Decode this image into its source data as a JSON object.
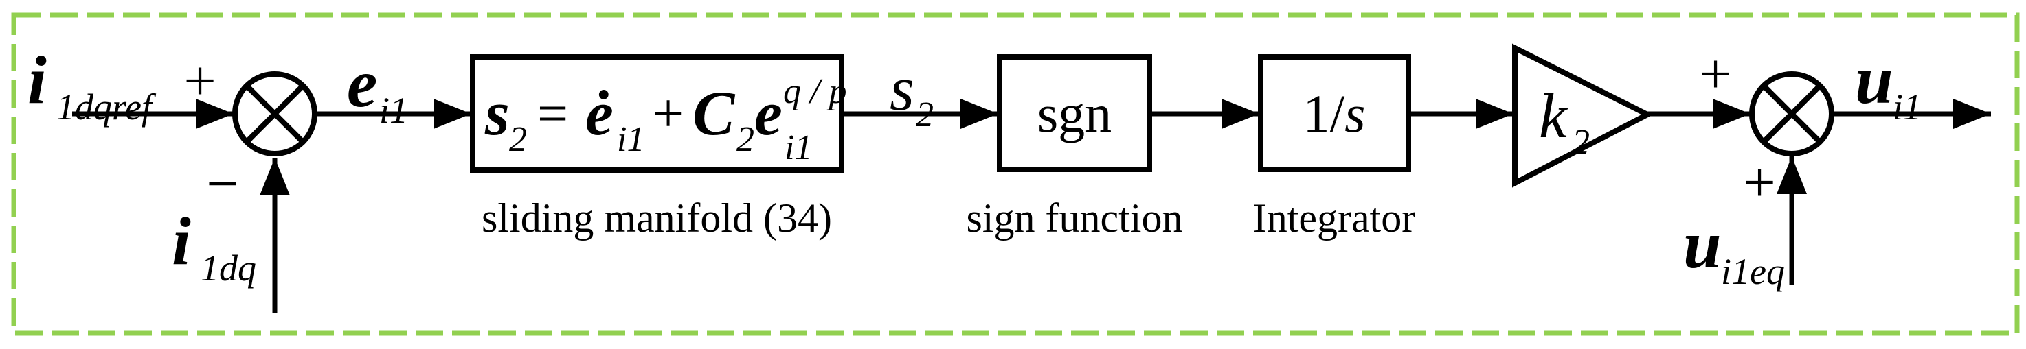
{
  "colors": {
    "border": "#92d050",
    "ink": "#000000",
    "background": "#ffffff"
  },
  "signals": {
    "input_ref": {
      "base": "i",
      "sub": "1dqref"
    },
    "feedback": {
      "base": "i",
      "sub": "1dq"
    },
    "error": {
      "base": "e",
      "sub": "i1"
    },
    "sliding_surface": {
      "base": "s",
      "sub": "2"
    },
    "output": {
      "base": "u",
      "sub": "i1"
    },
    "equivalent_control": {
      "base": "u",
      "sub": "i1eq"
    }
  },
  "signs": {
    "sum1_plus": "+",
    "sum1_minus": "−",
    "sum2_plus_in": "+",
    "sum2_plus_eq": "+"
  },
  "blocks": {
    "sliding_manifold": {
      "caption": "sliding manifold (34)",
      "equation": {
        "lhs": "s",
        "lhs_sub": "2",
        "equals": "=",
        "deriv": "ė",
        "deriv_sub": "i1",
        "plus": "+",
        "gain": "C",
        "gain_sub": "2",
        "err": "e",
        "err_sup": "q / p",
        "err_sub": "i1"
      }
    },
    "sign_function": {
      "label": "sgn",
      "caption": "sign function"
    },
    "integrator": {
      "label_num": "1/",
      "label_var": "s",
      "caption": "Integrator"
    },
    "gain": {
      "label": "k",
      "label_sub": "2"
    }
  }
}
